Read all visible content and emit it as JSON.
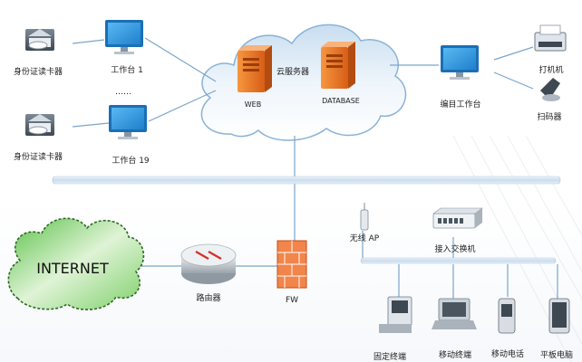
{
  "nodes": {
    "card_reader_1": "身份证读卡器",
    "workstation_1": "工作台 1",
    "ellipsis": "……",
    "card_reader_2": "身份证读卡器",
    "workstation_19": "工作台 19",
    "cloud_server": "云服务器",
    "web": "WEB",
    "database": "DATABASE",
    "edit_workstation": "编目工作台",
    "printer": "打机机",
    "scanner": "扫码器",
    "internet": "INTERNET",
    "router": "路由器",
    "firewall": "FW",
    "wireless_ap": "无线 AP",
    "access_switch": "接入交换机",
    "fixed_terminal": "固定终端",
    "mobile_terminal": "移动终端",
    "mobile_phone": "移动电话",
    "tablet": "平板电脑"
  },
  "colors": {
    "link": "#7aa6cc",
    "bus": "#cfe1f0",
    "server": "#e8742a",
    "firewall": "#ee6a2a",
    "monitor": "#2e8fd8",
    "internet_cloud": "#7ed06a"
  }
}
